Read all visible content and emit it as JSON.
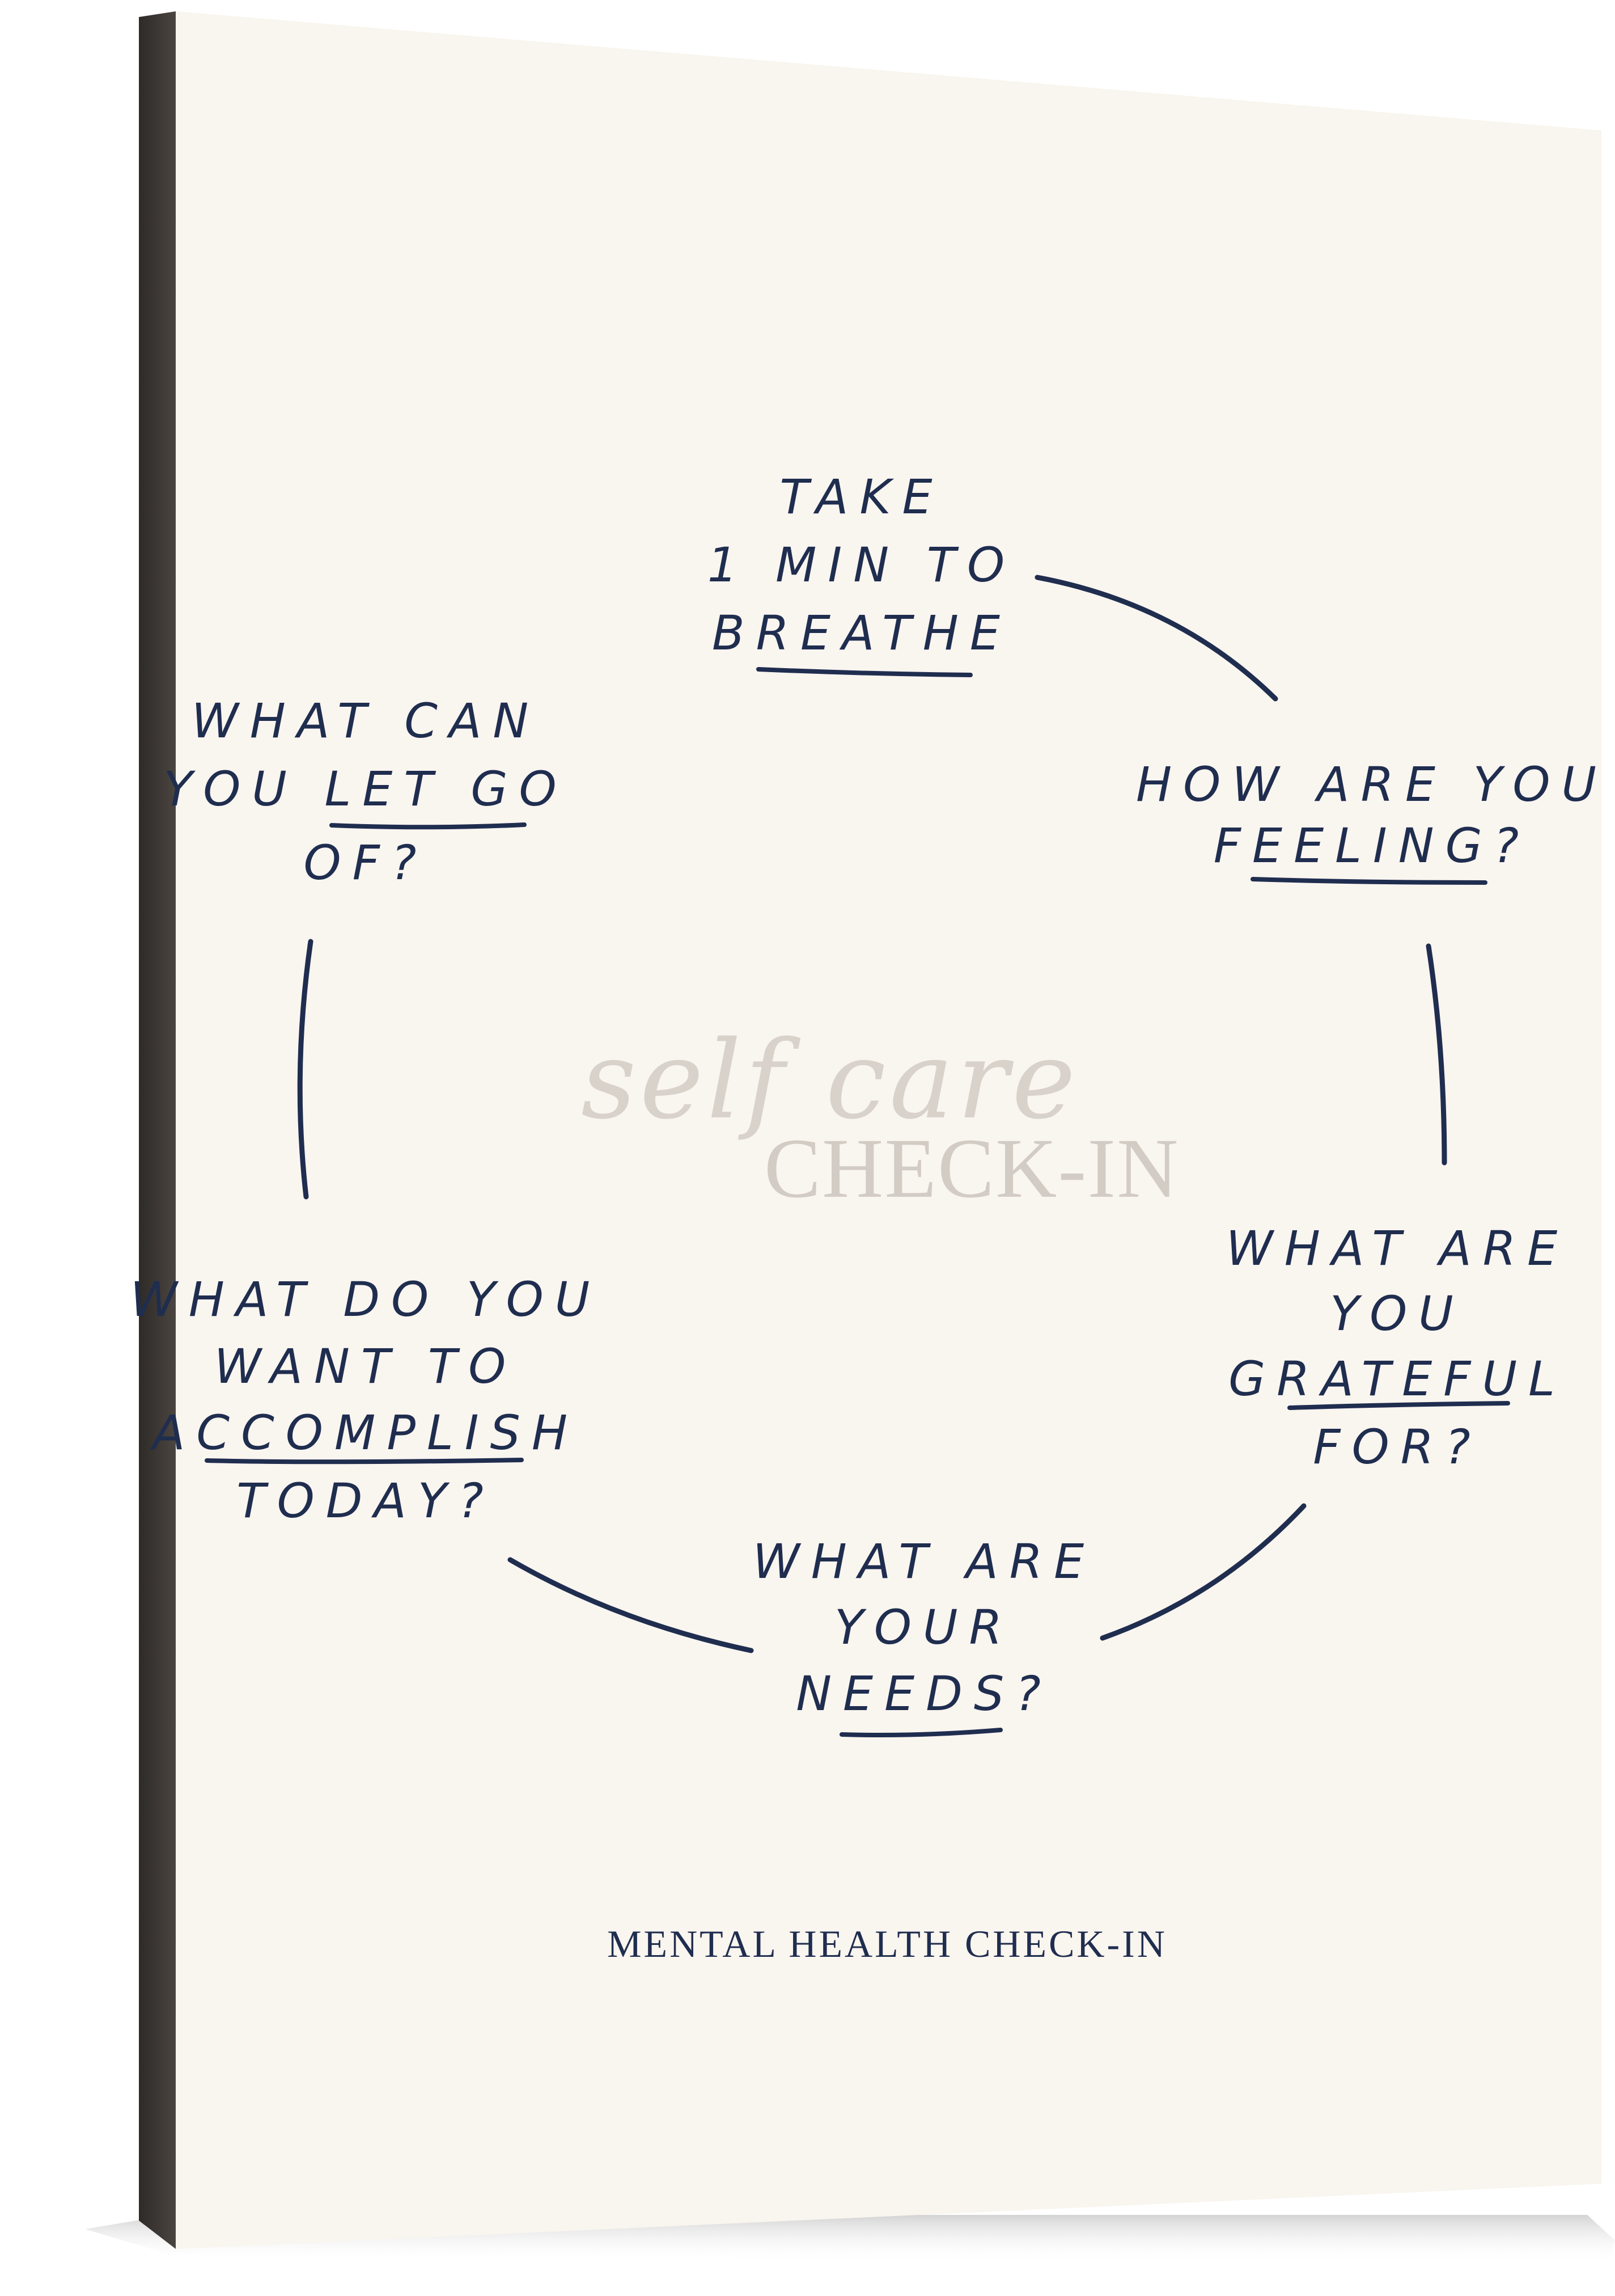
{
  "colors": {
    "canvas": "#f9f5ef",
    "edge": "#3c3733",
    "ink": "#1f2d4f",
    "watermark": "#d8d2cb"
  },
  "center_title": {
    "script": "self care",
    "main": "CHECK-IN"
  },
  "steps": [
    {
      "lines": [
        "TAKE",
        "1 MIN TO",
        "BREATHE"
      ]
    },
    {
      "lines": [
        "HOW ARE YOU",
        "FEELING?"
      ]
    },
    {
      "lines": [
        "WHAT ARE",
        "YOU",
        "GRATEFUL",
        "FOR?"
      ]
    },
    {
      "lines": [
        "WHAT ARE",
        "YOUR",
        "NEEDS?"
      ]
    },
    {
      "lines": [
        "WHAT DO YOU",
        "WANT TO",
        "ACCOMPLISH",
        "TODAY?"
      ]
    },
    {
      "lines": [
        "WHAT CAN",
        "YOU LET GO",
        "OF?"
      ]
    }
  ],
  "footer": "MENTAL HEALTH CHECK-IN"
}
